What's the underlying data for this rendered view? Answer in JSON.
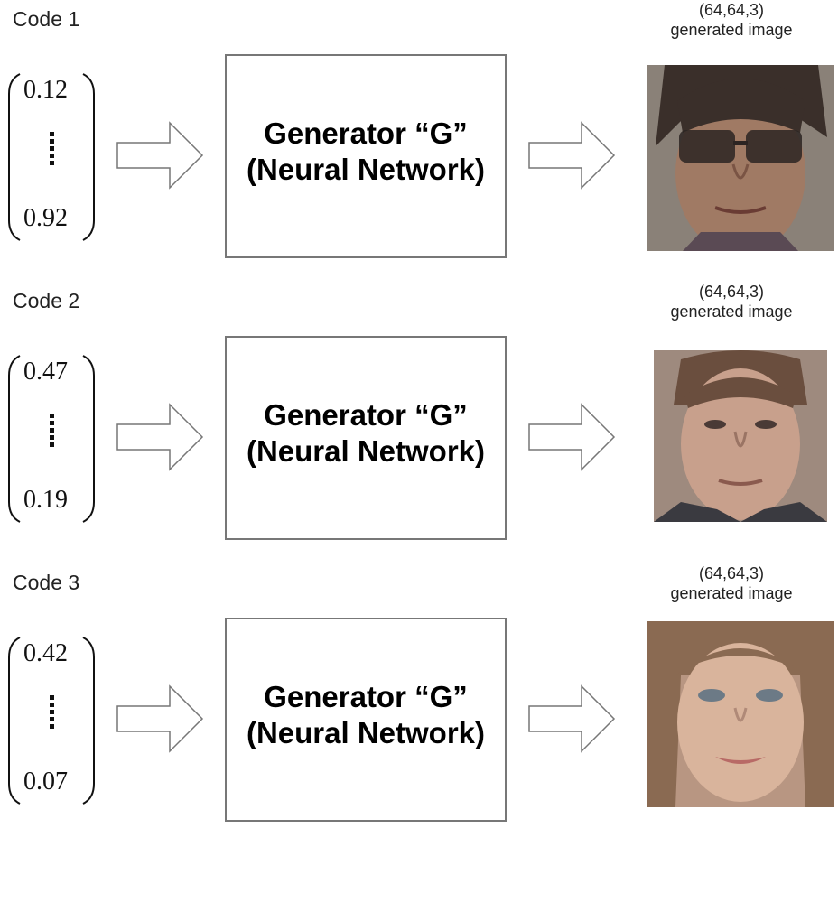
{
  "rows": [
    {
      "code_label": "Code 1",
      "vector_top": "0.12",
      "vector_bottom": "0.92",
      "generator_line1": "Generator “G”",
      "generator_line2": "(Neural Network)",
      "output_shape": "(64,64,3)",
      "output_caption": "generated image",
      "face_skin": "#a07a64",
      "face_bg": "#8a8178"
    },
    {
      "code_label": "Code 2",
      "vector_top": "0.47",
      "vector_bottom": "0.19",
      "generator_line1": "Generator “G”",
      "generator_line2": "(Neural Network)",
      "output_shape": "(64,64,3)",
      "output_caption": "generated image",
      "face_skin": "#c8a08c",
      "face_bg": "#9e8a7e"
    },
    {
      "code_label": "Code 3",
      "vector_top": "0.42",
      "vector_bottom": "0.07",
      "generator_line1": "Generator “G”",
      "generator_line2": "(Neural Network)",
      "output_shape": "(64,64,3)",
      "output_caption": "generated image",
      "face_skin": "#d9b49c",
      "face_bg": "#b89682"
    }
  ]
}
